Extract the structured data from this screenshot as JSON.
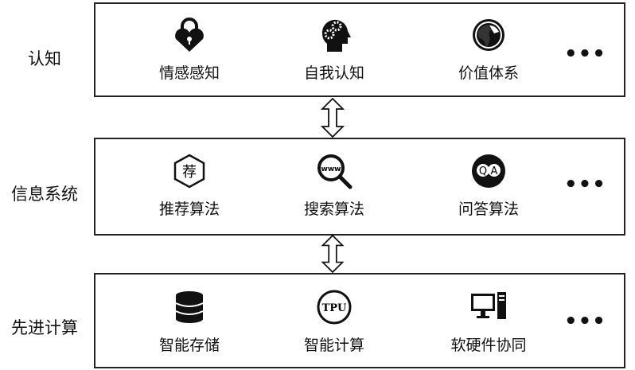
{
  "layers": [
    {
      "label": "认知",
      "items": [
        {
          "label": "情感感知",
          "icon": "heart-lock-icon"
        },
        {
          "label": "自我认知",
          "icon": "head-gears-icon"
        },
        {
          "label": "价值体系",
          "icon": "globe-icon"
        }
      ],
      "more": "•••"
    },
    {
      "label": "信息系统",
      "items": [
        {
          "label": "推荐算法",
          "icon": "recommend-hexagon-icon",
          "icon_text": "荐"
        },
        {
          "label": "搜索算法",
          "icon": "www-magnifier-icon",
          "icon_text": "www"
        },
        {
          "label": "问答算法",
          "icon": "qa-bubble-icon",
          "icon_text": "QA"
        }
      ],
      "more": "•••"
    },
    {
      "label": "先进计算",
      "items": [
        {
          "label": "智能存储",
          "icon": "database-icon"
        },
        {
          "label": "智能计算",
          "icon": "tpu-chip-icon",
          "icon_text": "TPU"
        },
        {
          "label": "软硬件协同",
          "icon": "computer-icon"
        }
      ],
      "more": "•••"
    }
  ]
}
